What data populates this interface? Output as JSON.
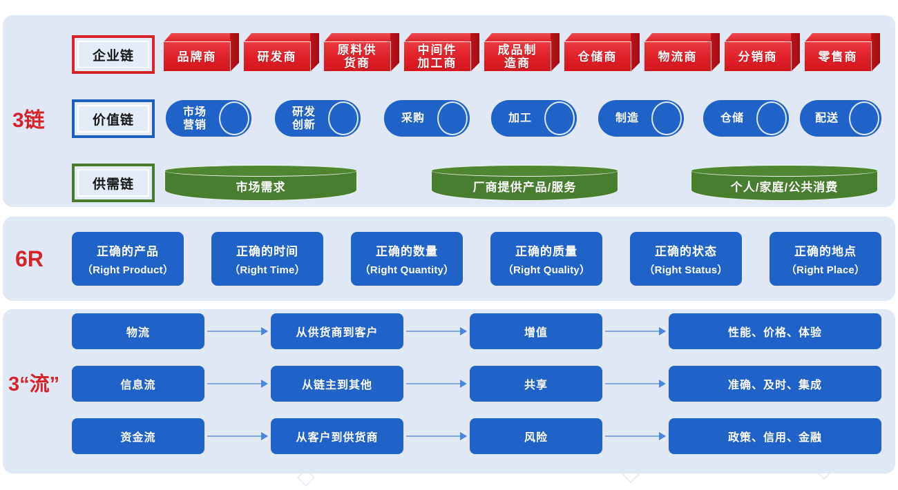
{
  "diagram": {
    "panels": {
      "chains": {
        "label": "3链"
      },
      "sixr": {
        "label": "6R"
      },
      "flows": {
        "label": "3“流”"
      }
    },
    "colors": {
      "panel_bg": "#dfe8f4",
      "red": "#d8232a",
      "blue": "#2063c8",
      "green": "#4a7b2d",
      "arrow": "#7fa9e4",
      "page_bg": "#ffffff"
    },
    "chain_rows": [
      {
        "plate": "企业链",
        "shape": "cube",
        "items": [
          "品牌商",
          "研发商",
          "原料供\n货商",
          "中间件\n加工商",
          "成品制\n造商",
          "仓储商",
          "物流商",
          "分销商",
          "零售商"
        ]
      },
      {
        "plate": "价值链",
        "shape": "cylinder",
        "items": [
          "市场\n营销",
          "研发\n创新",
          "采购",
          "加工",
          "制造",
          "仓储",
          "配送"
        ]
      },
      {
        "plate": "供需链",
        "shape": "disc",
        "items": [
          "市场需求",
          "厂商提供产品/服务",
          "个人/家庭/公共消费"
        ]
      }
    ],
    "sixr_cards": [
      {
        "cn": "正确的产品",
        "en": "（Right Product）"
      },
      {
        "cn": "正确的时间",
        "en": "（Right Time）"
      },
      {
        "cn": "正确的数量",
        "en": "（Right Quantity）"
      },
      {
        "cn": "正确的质量",
        "en": "（Right Quality）"
      },
      {
        "cn": "正确的状态",
        "en": "（Right Status）"
      },
      {
        "cn": "正确的地点",
        "en": "（Right Place）"
      }
    ],
    "flow_rows": [
      {
        "c1": "物流",
        "c2": "从供货商到客户",
        "c3": "增值",
        "c4": "性能、价格、体验"
      },
      {
        "c1": "信息流",
        "c2": "从链主到其他",
        "c3": "共享",
        "c4": "准确、及时、集成"
      },
      {
        "c1": "资金流",
        "c2": "从客户到供货商",
        "c3": "风险",
        "c4": "政策、信用、金融"
      }
    ]
  }
}
